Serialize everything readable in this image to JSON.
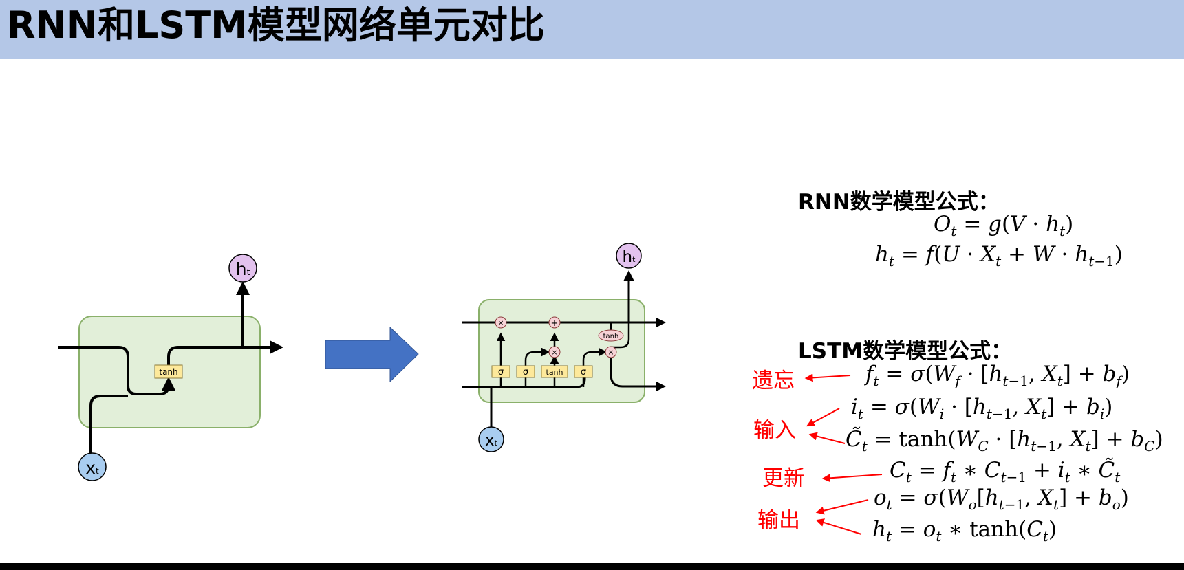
{
  "header": {
    "title": "RNN和LSTM模型网络单元对比"
  },
  "rnn_cell": {
    "gate_label": "tanh",
    "input_label": "x",
    "input_sub": "t",
    "output_label": "h",
    "output_sub": "t"
  },
  "lstm_cell": {
    "gates": [
      "σ",
      "σ",
      "tanh",
      "σ"
    ],
    "ops": {
      "multiply": "×",
      "add": "+",
      "tanh_op": "tanh"
    },
    "input_label": "x",
    "input_sub": "t",
    "output_label": "h",
    "output_sub": "t"
  },
  "rnn_section": {
    "title": "RNN数学模型公式："
  },
  "lstm_section": {
    "title": "LSTM数学模型公式："
  },
  "annotations": {
    "forget": "遗忘",
    "input": "输入",
    "update": "更新",
    "output": "输出"
  },
  "colors": {
    "header_bg": "#b4c7e7",
    "cell_bg": "#e2efd9",
    "cell_border": "#8ab06a",
    "gate_fill": "#fde99b",
    "op_fill": "#f6d2d6",
    "input_node": "#a9cdf0",
    "output_node": "#e3c2ee",
    "arrow_blue": "#4472c4",
    "annotation_red": "#ff0000"
  }
}
